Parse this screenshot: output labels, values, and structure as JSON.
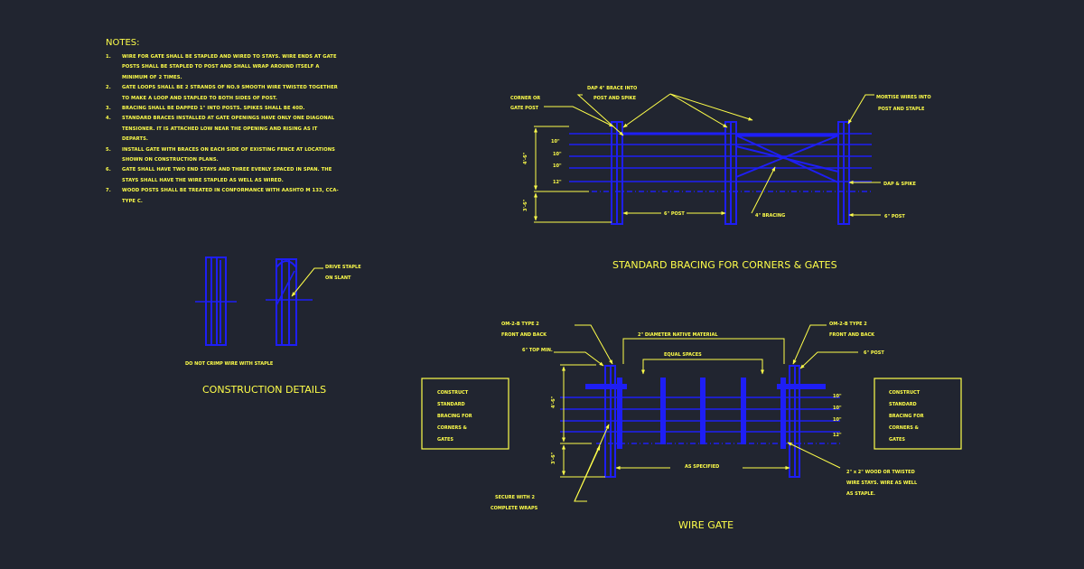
{
  "notes": {
    "heading": "NOTES:",
    "items": [
      {
        "num": "1.",
        "text": "WIRE FOR GATE SHALL BE STAPLED AND WIRED TO STAYS.  WIRE ENDS AT GATE POSTS SHALL BE STAPLED TO POST AND SHALL WRAP AROUND ITSELF A MINIMUM OF 2 TIMES."
      },
      {
        "num": "2.",
        "text": "GATE LOOPS SHALL BE 2 STRANDS OF NO.9 SMOOTH WIRE TWISTED TOGETHER TO MAKE A LOOP AND STAPLED TO BOTH SIDES OF POST."
      },
      {
        "num": "3.",
        "text": "BRACING SHALL BE DAPPED 1\" INTO POSTS.  SPIKES SHALL BE 40D."
      },
      {
        "num": "4.",
        "text": "STANDARD BRACES INSTALLED AT GATE OPENINGS HAVE ONLY ONE DIAGONAL TENSIONER.  IT IS ATTACHED LOW NEAR THE OPENING AND RISING AS IT DEPARTS."
      },
      {
        "num": "5.",
        "text": "INSTALL GATE WITH BRACES ON EACH SIDE OF EXISTING FENCE AT LOCATIONS SHOWN ON CONSTRUCTION PLANS."
      },
      {
        "num": "6.",
        "text": "GATE SHALL HAVE TWO END STAYS AND THREE EVENLY SPACED IN SPAN.  THE STAYS SHALL HAVE THE WIRE STAPLED AS WELL AS WIRED."
      },
      {
        "num": "7.",
        "text": "WOOD POSTS SHALL BE TREATED IN CONFORMANCE WITH AASHTO M 133, CCA-TYPE C."
      }
    ]
  },
  "bracing": {
    "title": "STANDARD BRACING FOR CORNERS & GATES",
    "labels": {
      "corner_post_1": "CORNER OR",
      "corner_post_2": "GATE POST",
      "dap_brace_1": "DAP 4\" BRACE INTO",
      "dap_brace_2": "POST AND SPIKE",
      "mortise_1": "MORTISE WIRES INTO",
      "mortise_2": "POST AND STAPLE",
      "dap_spike": "DAP & SPIKE",
      "post_6_left": "6\" POST",
      "bracing_4": "4\" BRACING",
      "post_6_right": "6\" POST"
    },
    "dims": {
      "height_above": "4'-6\"",
      "height_below": "3'-6\"",
      "spacing": [
        "10\"",
        "10\"",
        "10\"",
        "12\""
      ]
    }
  },
  "construction": {
    "title": "CONSTRUCTION DETAILS",
    "drive_staple_1": "DRIVE STAPLE",
    "drive_staple_2": "ON SLANT",
    "crimp_note": "DO NOT CRIMP WIRE WITH STAPLE"
  },
  "gate": {
    "title": "WIRE GATE",
    "labels": {
      "om_left_1": "OM-2-B TYPE 2",
      "om_left_2": "FRONT AND BACK",
      "top_min": "6\" TOP MIN.",
      "native": "2\" DIAMETER NATIVE MATERIAL",
      "equal_spaces": "EQUAL SPACES",
      "om_right_1": "OM-2-B TYPE 2",
      "om_right_2": "FRONT AND BACK",
      "post_6": "6\" POST",
      "as_specified": "AS SPECIFIED",
      "stays_1": "2\" x 2\" WOOD OR TWISTED",
      "stays_2": "WIRE STAYS.  WIRE AS WELL",
      "stays_3": "AS STAPLE.",
      "secure_1": "SECURE WITH 2",
      "secure_2": "COMPLETE WRAPS"
    },
    "dims": {
      "height_above": "4'-6\"",
      "height_below": "3'-6\"",
      "spacing": [
        "10\"",
        "10\"",
        "10\"",
        "12\""
      ]
    },
    "box_lines": [
      "CONSTRUCT",
      "STANDARD",
      "BRACING FOR",
      "CORNERS &",
      "GATES"
    ]
  }
}
